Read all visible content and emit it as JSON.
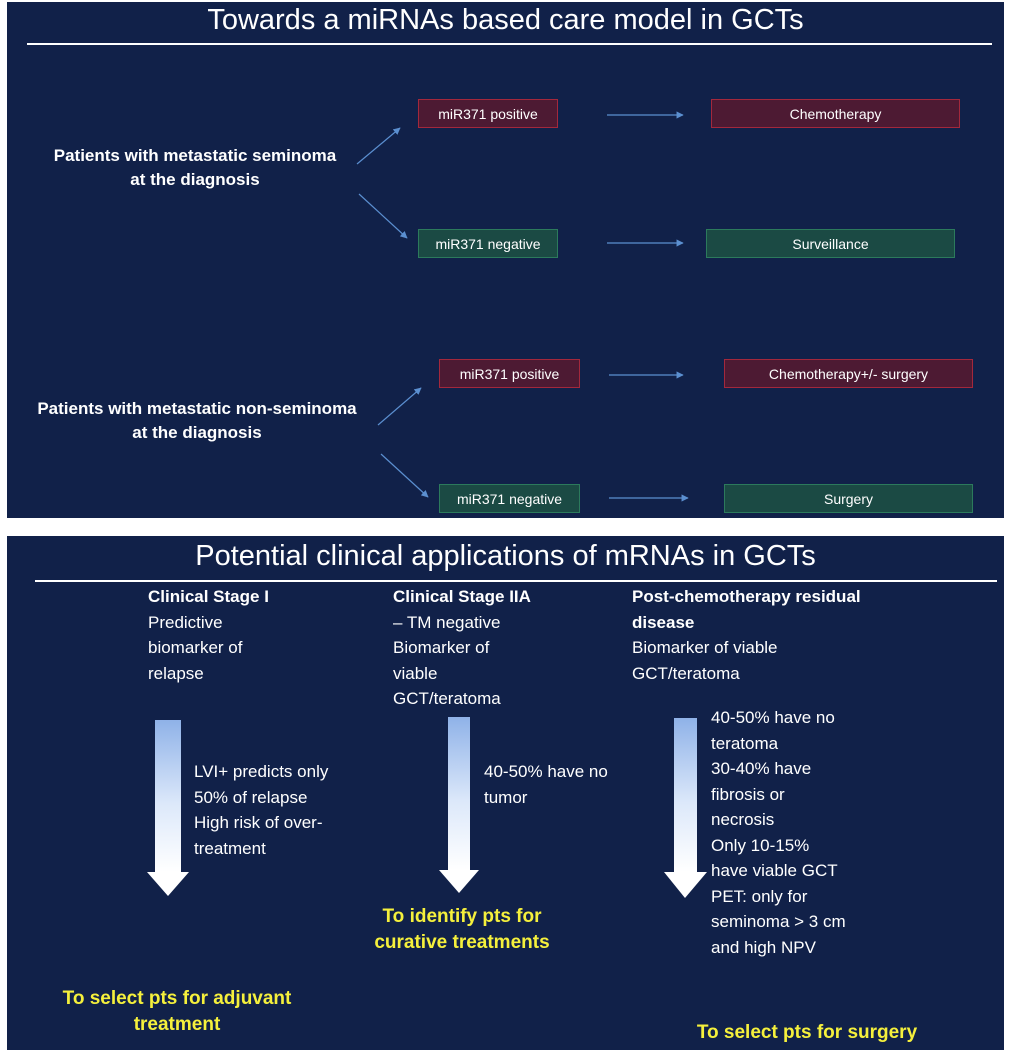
{
  "slide1": {
    "title": "Towards a miRNAs based care model in GCTs",
    "groups": [
      {
        "patient_line1": "Patients with metastatic seminoma",
        "patient_line2": "at the diagnosis",
        "positive_label": "miR371 positive",
        "positive_outcome": "Chemotherapy",
        "negative_label": "miR371 negative",
        "negative_outcome": "Surveillance"
      },
      {
        "patient_line1": "Patients with metastatic non-seminoma",
        "patient_line2": "at the diagnosis",
        "positive_label": "miR371 positive",
        "positive_outcome": "Chemotherapy+/- surgery",
        "negative_label": "miR371 negative",
        "negative_outcome": "Surgery"
      }
    ],
    "colors": {
      "background": "#112149",
      "positive_fill": "#4d1a33",
      "positive_border": "#a3283c",
      "negative_fill": "#1b4a44",
      "negative_border": "#2c7a5c",
      "arrow": "#5b8fd0"
    }
  },
  "slide2": {
    "title": "Potential clinical applications of mRNAs in GCTs",
    "columns": [
      {
        "heading_bold": "Clinical Stage I",
        "heading_rest": [
          "Predictive",
          "biomarker of",
          "relapse"
        ],
        "details": [
          "LVI+ predicts only",
          "50% of relapse",
          "High risk of over-",
          "treatment"
        ],
        "goal": [
          "To select pts for adjuvant",
          "treatment"
        ]
      },
      {
        "heading_bold": "Clinical Stage IIA",
        "heading_rest": [
          "– TM negative",
          "Biomarker of",
          "viable",
          "GCT/teratoma"
        ],
        "details": [
          "40-50% have no",
          "tumor"
        ],
        "goal": [
          "To identify pts for",
          "curative treatments"
        ]
      },
      {
        "heading_bold_lines": [
          "Post-chemotherapy residual",
          "disease"
        ],
        "heading_rest": [
          "Biomarker of viable",
          "GCT/teratoma"
        ],
        "details": [
          "40-50% have no",
          "teratoma",
          "30-40% have",
          "fibrosis or",
          "necrosis",
          "Only 10-15%",
          "have viable GCT",
          "PET: only for",
          "seminoma > 3 cm",
          "and high NPV"
        ],
        "goal": [
          "To select pts for surgery"
        ]
      }
    ],
    "colors": {
      "background": "#112149",
      "goal_text": "#f5f03c"
    }
  }
}
